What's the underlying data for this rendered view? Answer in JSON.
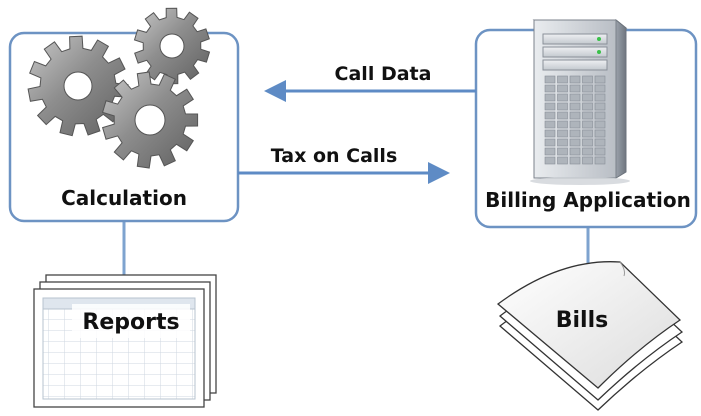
{
  "nodes": {
    "calculation": {
      "label": "Calculation",
      "icon": "gears-icon"
    },
    "billing": {
      "label": "Billing Application",
      "icon": "server-icon"
    },
    "reports": {
      "label": "Reports",
      "icon": "spreadsheet-stack-icon"
    },
    "bills": {
      "label": "Bills",
      "icon": "paper-stack-icon"
    }
  },
  "edges": {
    "call_data": "Call Data",
    "tax_on_calls": "Tax on Calls"
  },
  "colors": {
    "box_stroke": "#6d93c3",
    "connector": "#7ea3cf",
    "arrow": "#5e8bc5",
    "gear": "#8a8a8a",
    "server_body": "#d6d9de"
  }
}
